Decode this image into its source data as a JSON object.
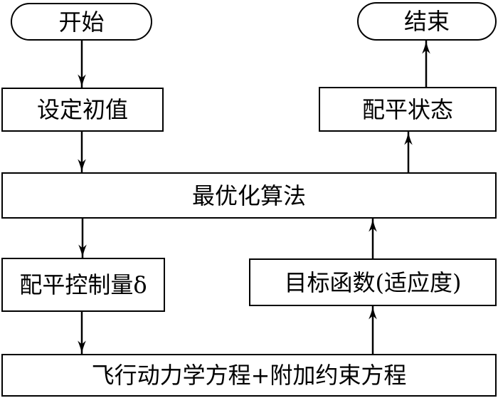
{
  "diagram": {
    "description": "Trim calculation optimization flowchart",
    "background_color": "#ffffff",
    "line_color": "#000000",
    "nodes": {
      "start": {
        "label": "开始",
        "type": "terminator"
      },
      "end": {
        "label": "结束",
        "type": "terminator"
      },
      "set_initial": {
        "label": "设定初值",
        "type": "process"
      },
      "trim_state": {
        "label": "配平状态",
        "type": "process"
      },
      "optimization": {
        "label": "最优化算法",
        "type": "process"
      },
      "trim_control": {
        "label": "配平控制量δ",
        "type": "process"
      },
      "objective": {
        "label": "目标函数(适应度)",
        "type": "process"
      },
      "dynamics": {
        "label": "飞行动力学方程+附加约束方程",
        "type": "process"
      }
    },
    "edges": [
      {
        "from": "start",
        "to": "set_initial",
        "direction": "down"
      },
      {
        "from": "set_initial",
        "to": "optimization",
        "direction": "down"
      },
      {
        "from": "optimization",
        "to": "trim_control",
        "direction": "down"
      },
      {
        "from": "trim_control",
        "to": "dynamics",
        "direction": "down"
      },
      {
        "from": "dynamics",
        "to": "objective",
        "direction": "up"
      },
      {
        "from": "objective",
        "to": "optimization",
        "direction": "up"
      },
      {
        "from": "optimization",
        "to": "trim_state",
        "direction": "up"
      },
      {
        "from": "trim_state",
        "to": "end",
        "direction": "up"
      }
    ]
  }
}
